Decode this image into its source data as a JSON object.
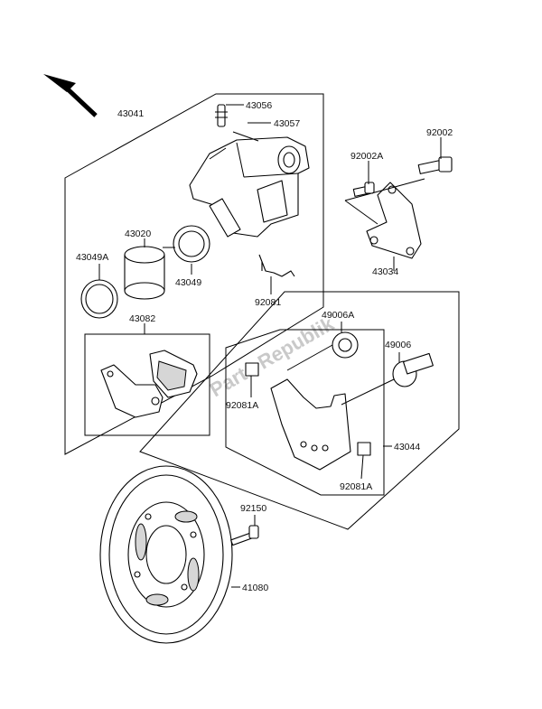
{
  "watermark": "Parts Republik",
  "labels": {
    "p43041": "43041",
    "p43056": "43056",
    "p43057": "43057",
    "p43020": "43020",
    "p43049A": "43049A",
    "p43049": "43049",
    "p92081": "92081",
    "p43082": "43082",
    "p92002": "92002",
    "p92002A": "92002A",
    "p43034": "43034",
    "p49006A": "49006A",
    "p49006": "49006",
    "p92081A_left": "92081A",
    "p92081A_right": "92081A",
    "p43044": "43044",
    "p92150": "92150",
    "p41080": "41080"
  }
}
